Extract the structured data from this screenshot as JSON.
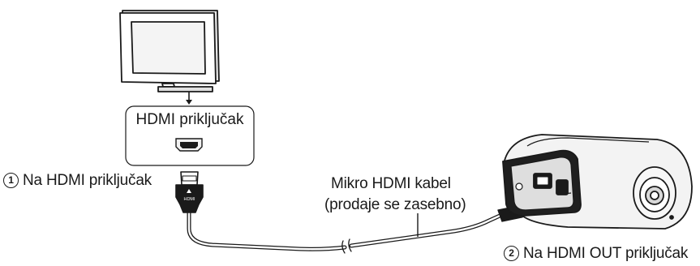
{
  "tv_port": {
    "label": "HDMI priključak"
  },
  "step1": {
    "number": "1",
    "text": "Na HDMI priključak"
  },
  "cable": {
    "line1": "Mikro HDMI kabel",
    "line2": "(prodaje se zasebno)"
  },
  "step2": {
    "number": "2",
    "text": "Na HDMI OUT priključak"
  },
  "plug_marking": "HDMI"
}
